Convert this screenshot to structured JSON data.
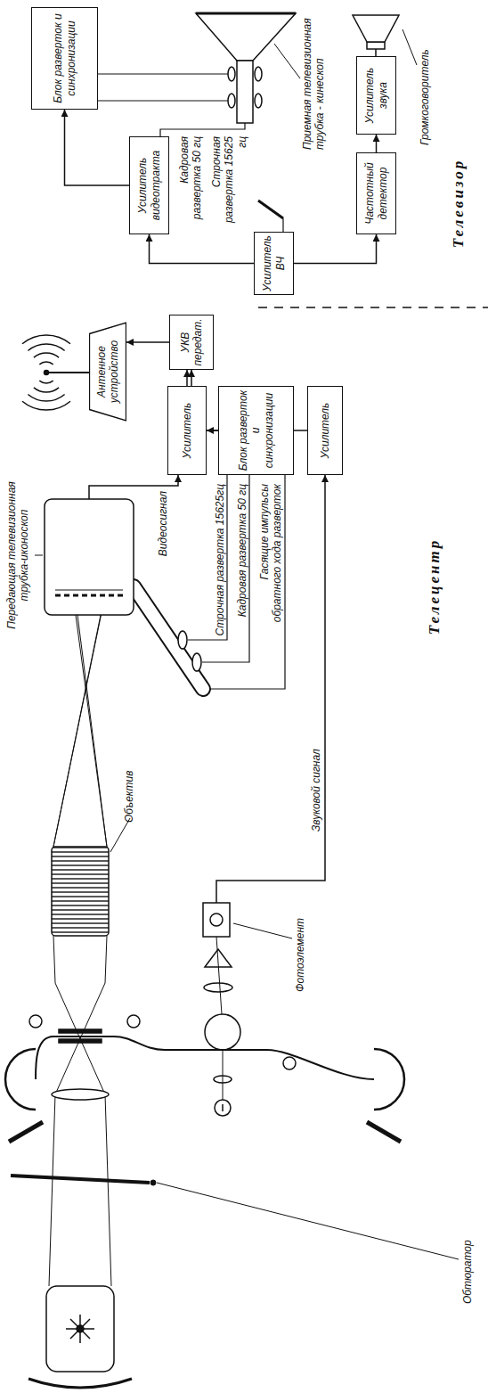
{
  "diagram": {
    "nodes": [
      {
        "text": [
          "Усилитель"
        ]
      },
      {
        "text": [
          "Блок разверток и синхронизации"
        ]
      },
      {
        "text": [
          "Усилитель"
        ]
      },
      {
        "text": [
          "УКВ передат."
        ]
      },
      {
        "text": [
          "Антенное устройство"
        ]
      },
      {
        "text": [
          "Усилитель ВЧ"
        ]
      },
      {
        "text": [
          "Усилитель видеотракта"
        ]
      },
      {
        "text": [
          "Блок разверток и синхронизации"
        ]
      },
      {
        "text": [
          "Частотный детектор"
        ]
      },
      {
        "text": [
          "Усилитель звука"
        ]
      }
    ],
    "edges": [
      {
        "from": 0,
        "to": 3,
        "arrow": "to"
      },
      {
        "from": 1,
        "to": 0,
        "arrow": "to"
      },
      {
        "from": 2,
        "to": 3,
        "arrow": "to"
      },
      {
        "from": 3,
        "to": 4,
        "arrow": "to"
      },
      {
        "from": 5,
        "to": 6,
        "arrow": "to"
      },
      {
        "from": 5,
        "to": 8,
        "arrow": "to"
      },
      {
        "from": 6,
        "to": 7,
        "arrow": "to"
      },
      {
        "from": 8,
        "to": 9,
        "arrow": "to"
      }
    ],
    "labels": [
      "Телецентр",
      "Обтюратор",
      "Объектив",
      "Передающая телевизионная трубка-иконоскоп",
      "Видеосигнал",
      "Строчная развертка 15625гц",
      "Кадровая развертка 50 гц",
      "Гасящие импульсы обратного хода разверток",
      "Звуковой сигнал",
      "Фотоэлемент",
      "Телевизор",
      "Кадровая развертка 50 гц",
      "Строчная развертка 15625 гц",
      "Приемная телевизионная трубка - кинескоп",
      "Громкоговоритель"
    ]
  }
}
